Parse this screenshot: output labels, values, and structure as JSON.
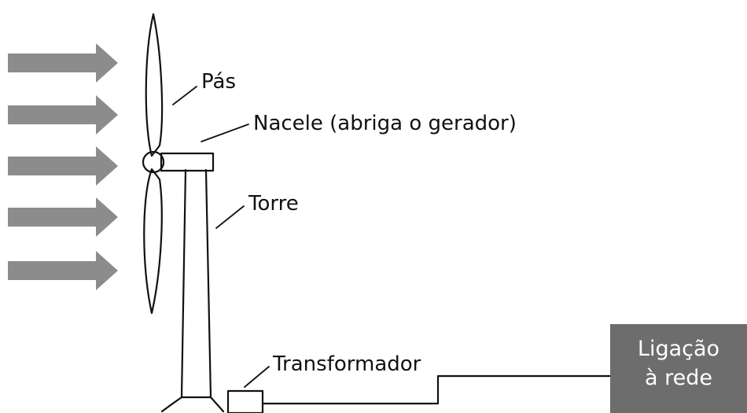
{
  "labels": {
    "blades": "Pás",
    "nacelle": "Nacele (abriga o gerador)",
    "tower": "Torre",
    "transformer": "Transformador",
    "grid_line1": "Ligação",
    "grid_line2": "à rede"
  },
  "wind_arrows": {
    "count": 5
  },
  "colors": {
    "arrow": "#8c8c8c",
    "grid_box": "#6d6d6d",
    "line": "#111111",
    "background": "#ffffff"
  }
}
